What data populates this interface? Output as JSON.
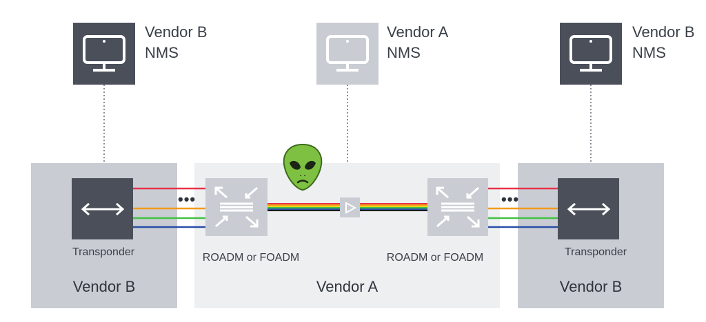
{
  "nms": [
    {
      "line1": "Vendor B",
      "line2": "NMS"
    },
    {
      "line1": "Vendor A",
      "line2": "NMS"
    },
    {
      "line1": "Vendor B",
      "line2": "NMS"
    }
  ],
  "domains": {
    "left": "Vendor B",
    "middle": "Vendor A",
    "right": "Vendor B"
  },
  "devices": {
    "left_transponder": "Transponder",
    "right_transponder": "Transponder",
    "left_roadm": "ROADM or FOADM",
    "right_roadm": "ROADM or FOADM"
  },
  "ellipsis": "•••",
  "colors": {
    "dark_box": "#4a4f5a",
    "light_box": "#c9cdd3",
    "vendor_a_bg": "#edeff1",
    "fiber": [
      "#e8334a",
      "#f39a1e",
      "#43c143",
      "#2a4ea8"
    ],
    "alien": "#7ec142"
  },
  "icons": [
    "monitor-icon",
    "bidirectional-arrow-icon",
    "roadm-switch-icon",
    "amplifier-icon",
    "alien-icon"
  ]
}
